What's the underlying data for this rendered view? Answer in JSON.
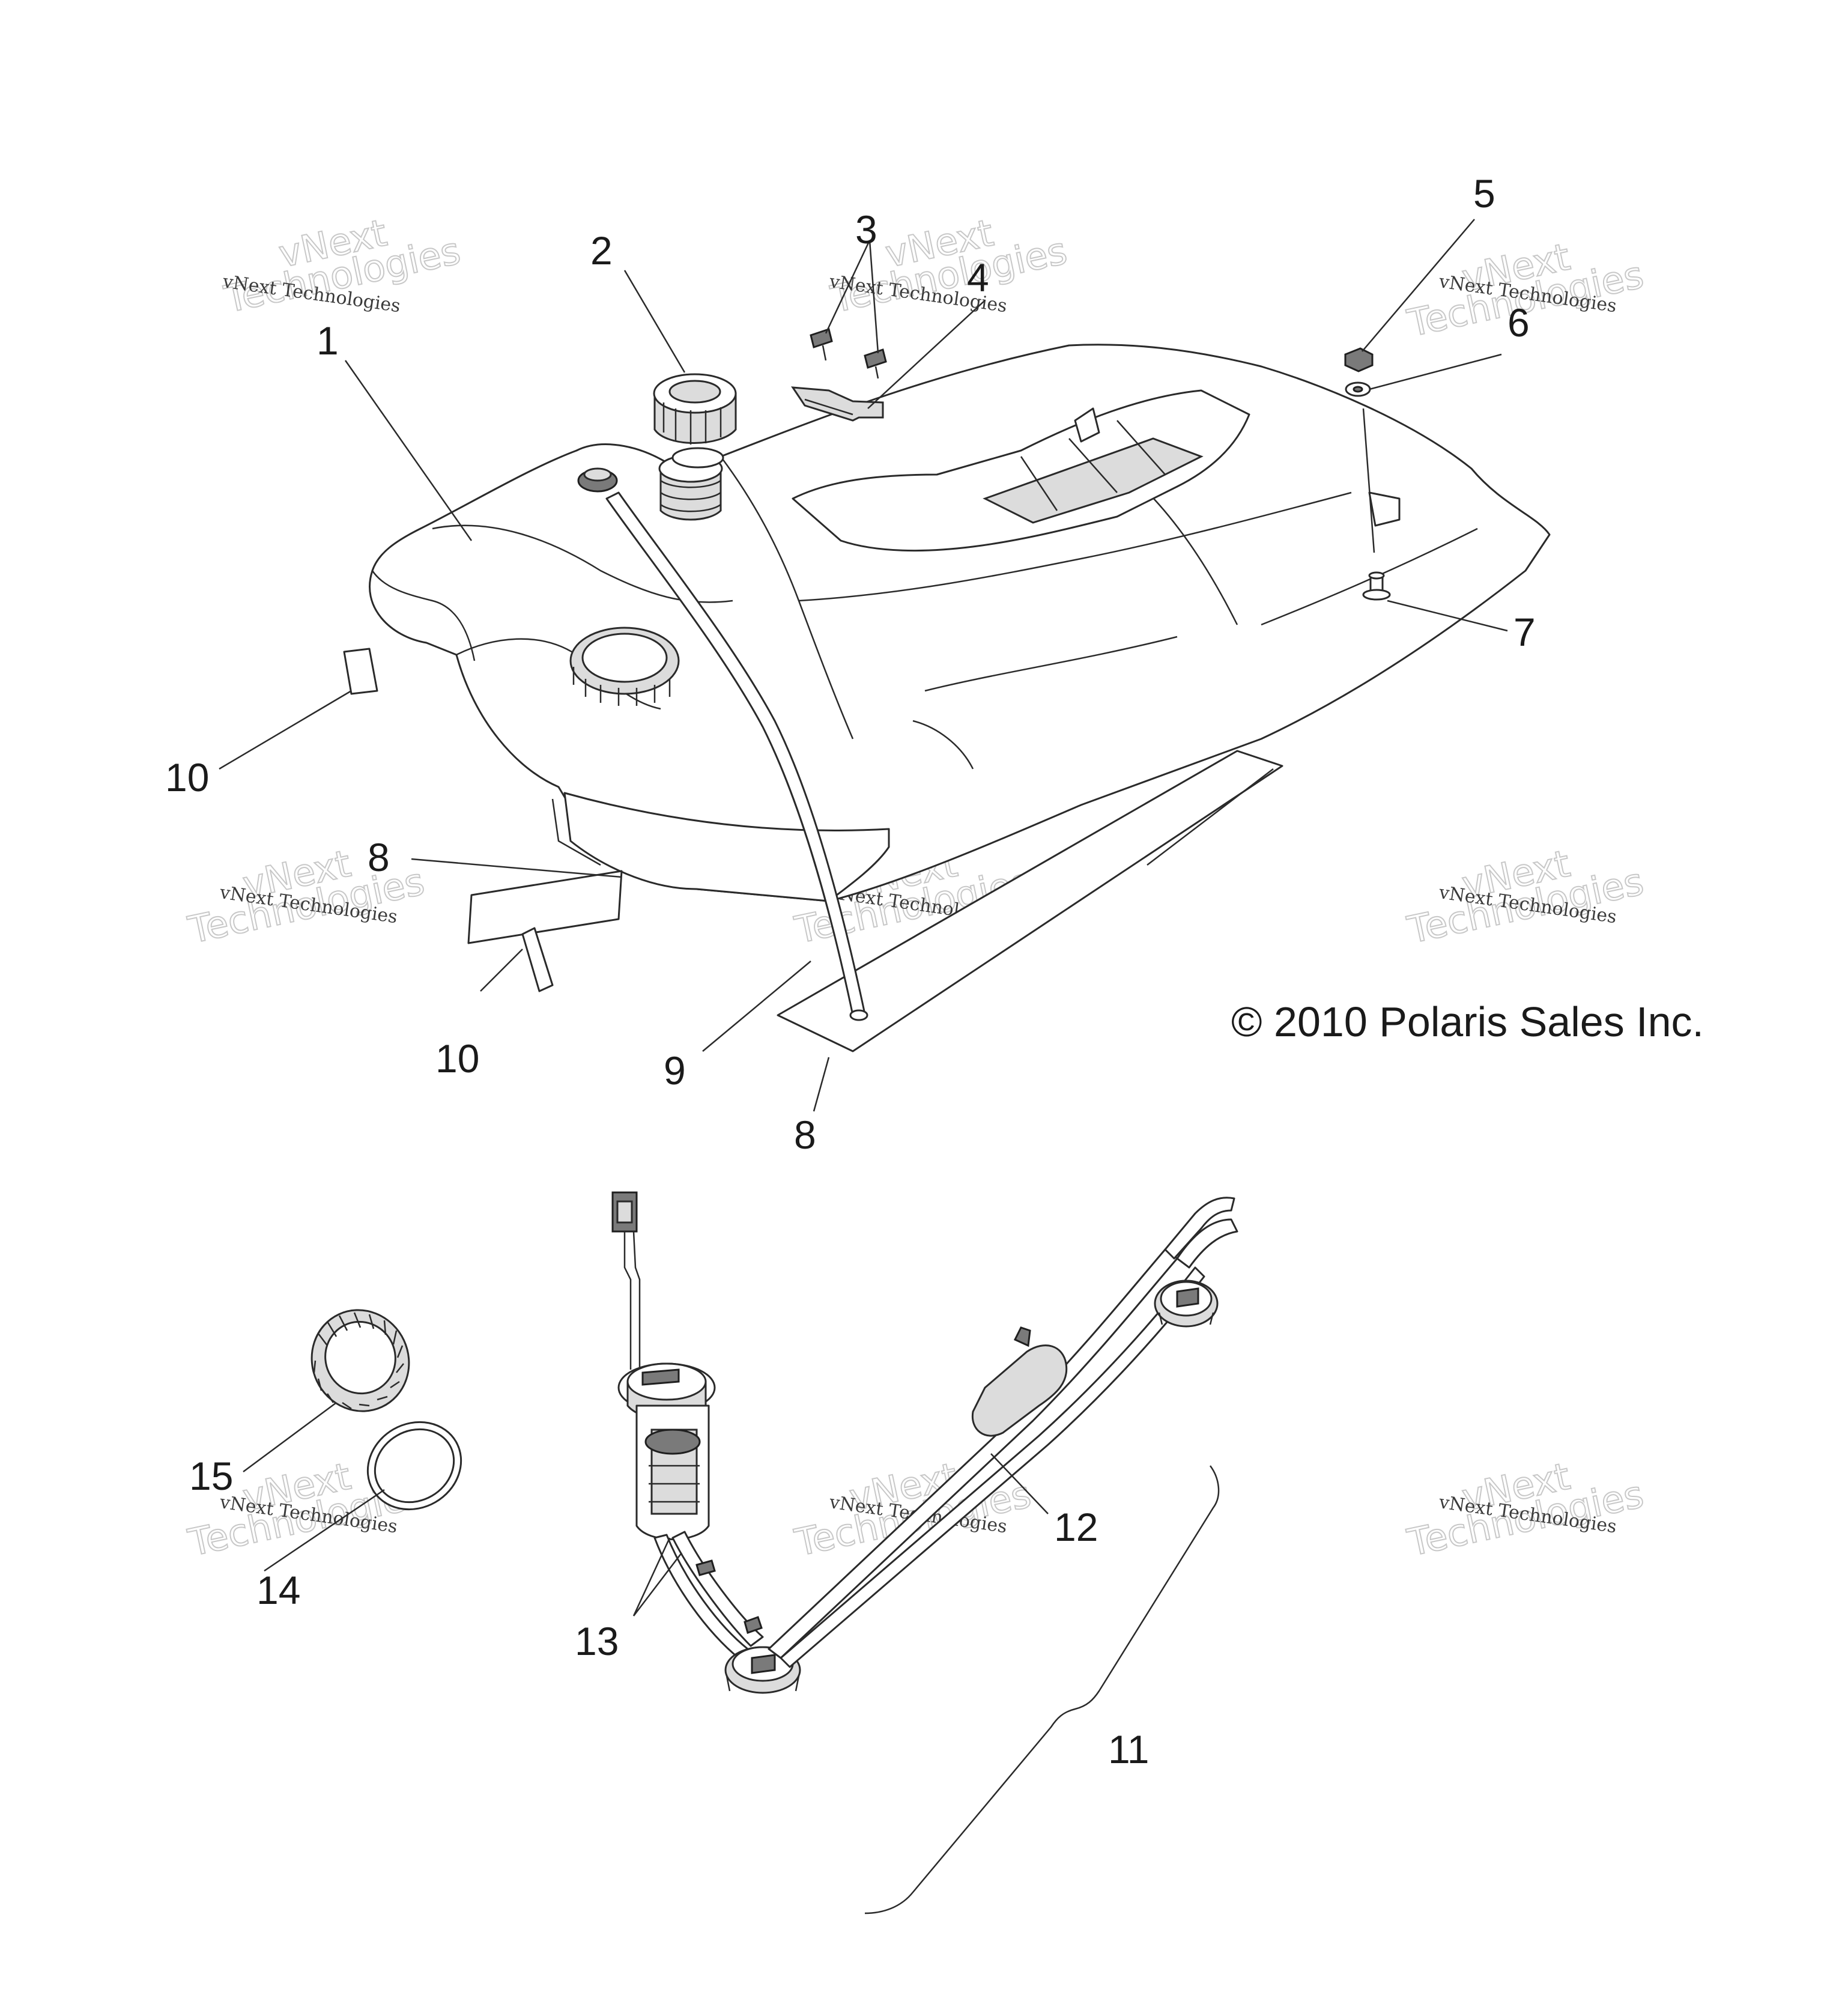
{
  "copyright": "© 2010 Polaris Sales Inc.",
  "watermark": {
    "line1": "vNext Technologies",
    "line2": "vNext",
    "line3": "Technologies"
  },
  "callouts": {
    "c1": "1",
    "c2": "2",
    "c3": "3",
    "c4": "4",
    "c5": "5",
    "c6": "6",
    "c7": "7",
    "c8a": "8",
    "c8b": "8",
    "c9": "9",
    "c10a": "10",
    "c10b": "10",
    "c11": "11",
    "c12": "12",
    "c13": "13",
    "c14": "14",
    "c15": "15"
  }
}
